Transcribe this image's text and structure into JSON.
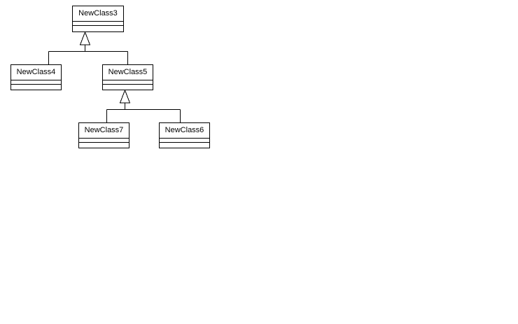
{
  "diagram": {
    "classes": [
      {
        "id": "c3",
        "name": "NewClass3"
      },
      {
        "id": "c4",
        "name": "NewClass4"
      },
      {
        "id": "c5",
        "name": "NewClass5"
      },
      {
        "id": "c7",
        "name": "NewClass7"
      },
      {
        "id": "c6",
        "name": "NewClass6"
      }
    ],
    "generalizations": [
      {
        "parent": "NewClass3",
        "children": [
          "NewClass4",
          "NewClass5"
        ]
      },
      {
        "parent": "NewClass5",
        "children": [
          "NewClass7",
          "NewClass6"
        ]
      }
    ]
  }
}
